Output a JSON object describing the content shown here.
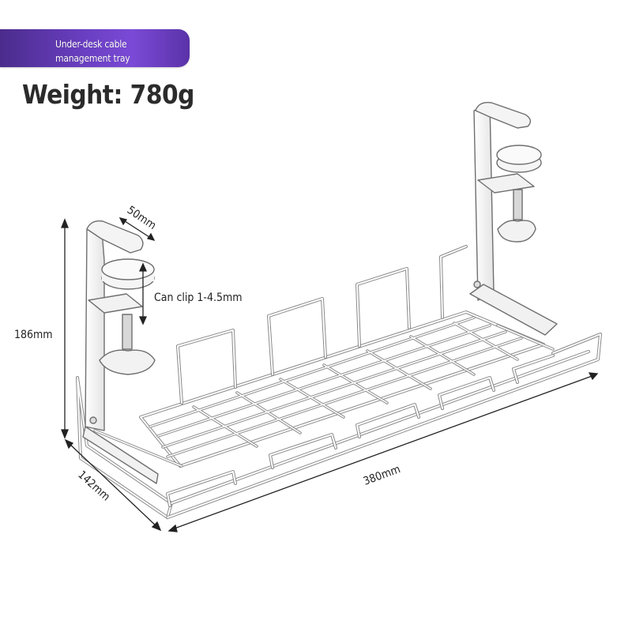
{
  "banner": {
    "line1": "Under-desk cable",
    "line2": "management tray"
  },
  "weight": "Weight: 780g",
  "dimensions": {
    "clamp_width": "50mm",
    "clip_range": "Can clip 1-4.5mm",
    "height": "186mm",
    "depth": "142mm",
    "length": "380mm"
  },
  "colors": {
    "banner": "#6a3fc2",
    "tray": "#ffffff",
    "outline": "#6f6f6f"
  }
}
